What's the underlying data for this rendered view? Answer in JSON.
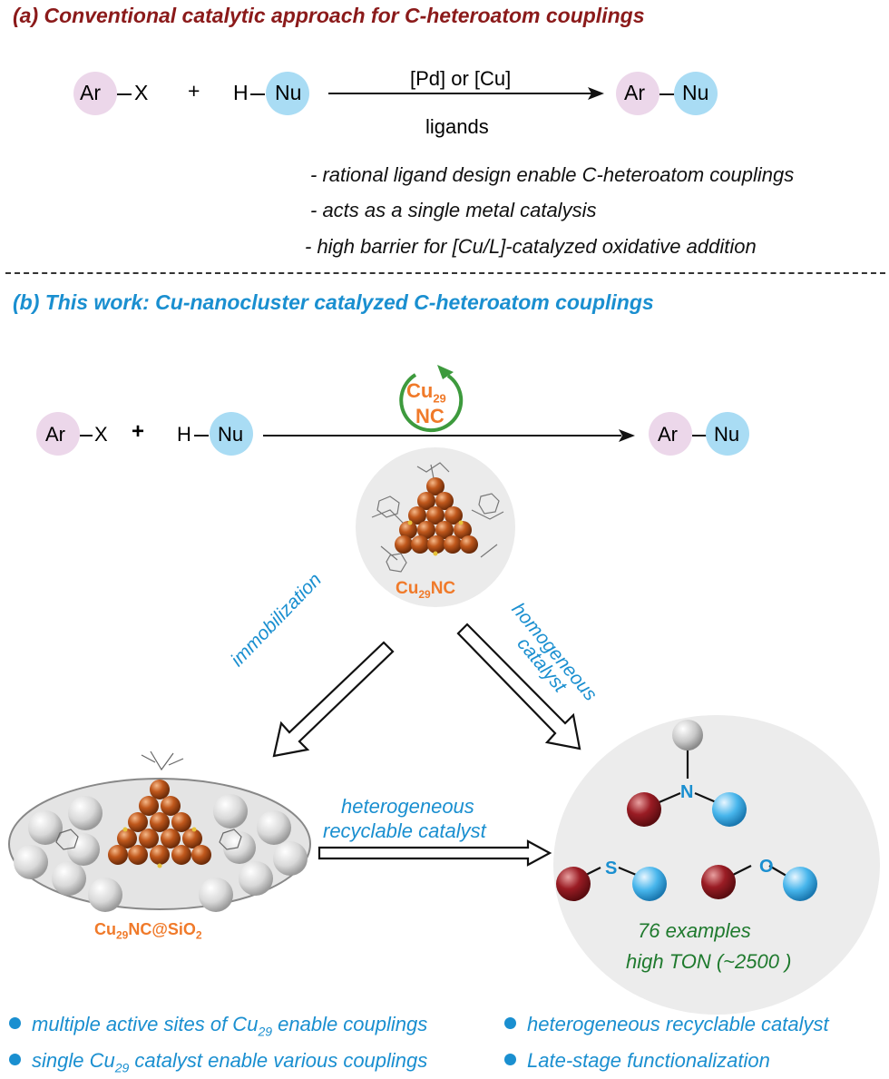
{
  "section_a": {
    "header": "(a) Conventional catalytic approach for C-heteroatom couplings",
    "reactant1_ar": "Ar",
    "reactant1_x": "X",
    "plus": "+",
    "reactant2_h": "H",
    "reactant2_nu": "Nu",
    "arrow_top": "[Pd] or [Cu]",
    "arrow_bottom": "ligands",
    "product_ar": "Ar",
    "product_nu": "Nu",
    "bullets": [
      "- rational ligand design enable C-heteroatom couplings",
      "- acts as a single metal catalysis",
      "- high barrier for [Cu/L]-catalyzed oxidative addition"
    ]
  },
  "section_b": {
    "header": "(b) This work:  Cu-nanocluster catalyzed C-heteroatom couplings",
    "reactant1_ar": "Ar",
    "reactant1_x": "X",
    "plus": "+",
    "reactant2_h": "H",
    "reactant2_nu": "Nu",
    "product_ar": "Ar",
    "product_nu": "Nu",
    "catalyst_badge_line1": "Cu",
    "catalyst_badge_sub": "29",
    "catalyst_badge_line2": "NC",
    "cluster_label_main": "Cu",
    "cluster_label_sub": "29",
    "cluster_label_tail": "NC",
    "left_arrow_label": "immobilization",
    "right_arrow_label_1": "homogeneous",
    "right_arrow_label_2": "catalyst",
    "middle_arrow_label_1": "heterogeneous",
    "middle_arrow_label_2": "recyclable catalyst",
    "support_label_main": "Cu",
    "support_label_sub": "29",
    "support_label_mid": "NC@SiO",
    "support_label_sub2": "2",
    "product_atoms": {
      "n": "N",
      "s": "S",
      "o": "O"
    },
    "examples": "76 examples",
    "ton": "high TON (~2500 )"
  },
  "footer": {
    "item1_pre": "multiple active sites of Cu",
    "item1_sub": "29",
    "item1_post": " enable couplings",
    "item2": "heterogeneous recyclable catalyst",
    "item3_pre": "single Cu",
    "item3_sub": "29",
    "item3_post": " catalyst enable various couplings",
    "item4": "Late-stage functionalization"
  },
  "colors": {
    "dark_red": "#8b1a1a",
    "blue": "#1a8fd0",
    "orange": "#f07a2a",
    "green": "#1f7a2e",
    "pink_circle": "#ecd7ea",
    "blue_circle": "#a9dcf4",
    "copper": "#c0581c"
  }
}
